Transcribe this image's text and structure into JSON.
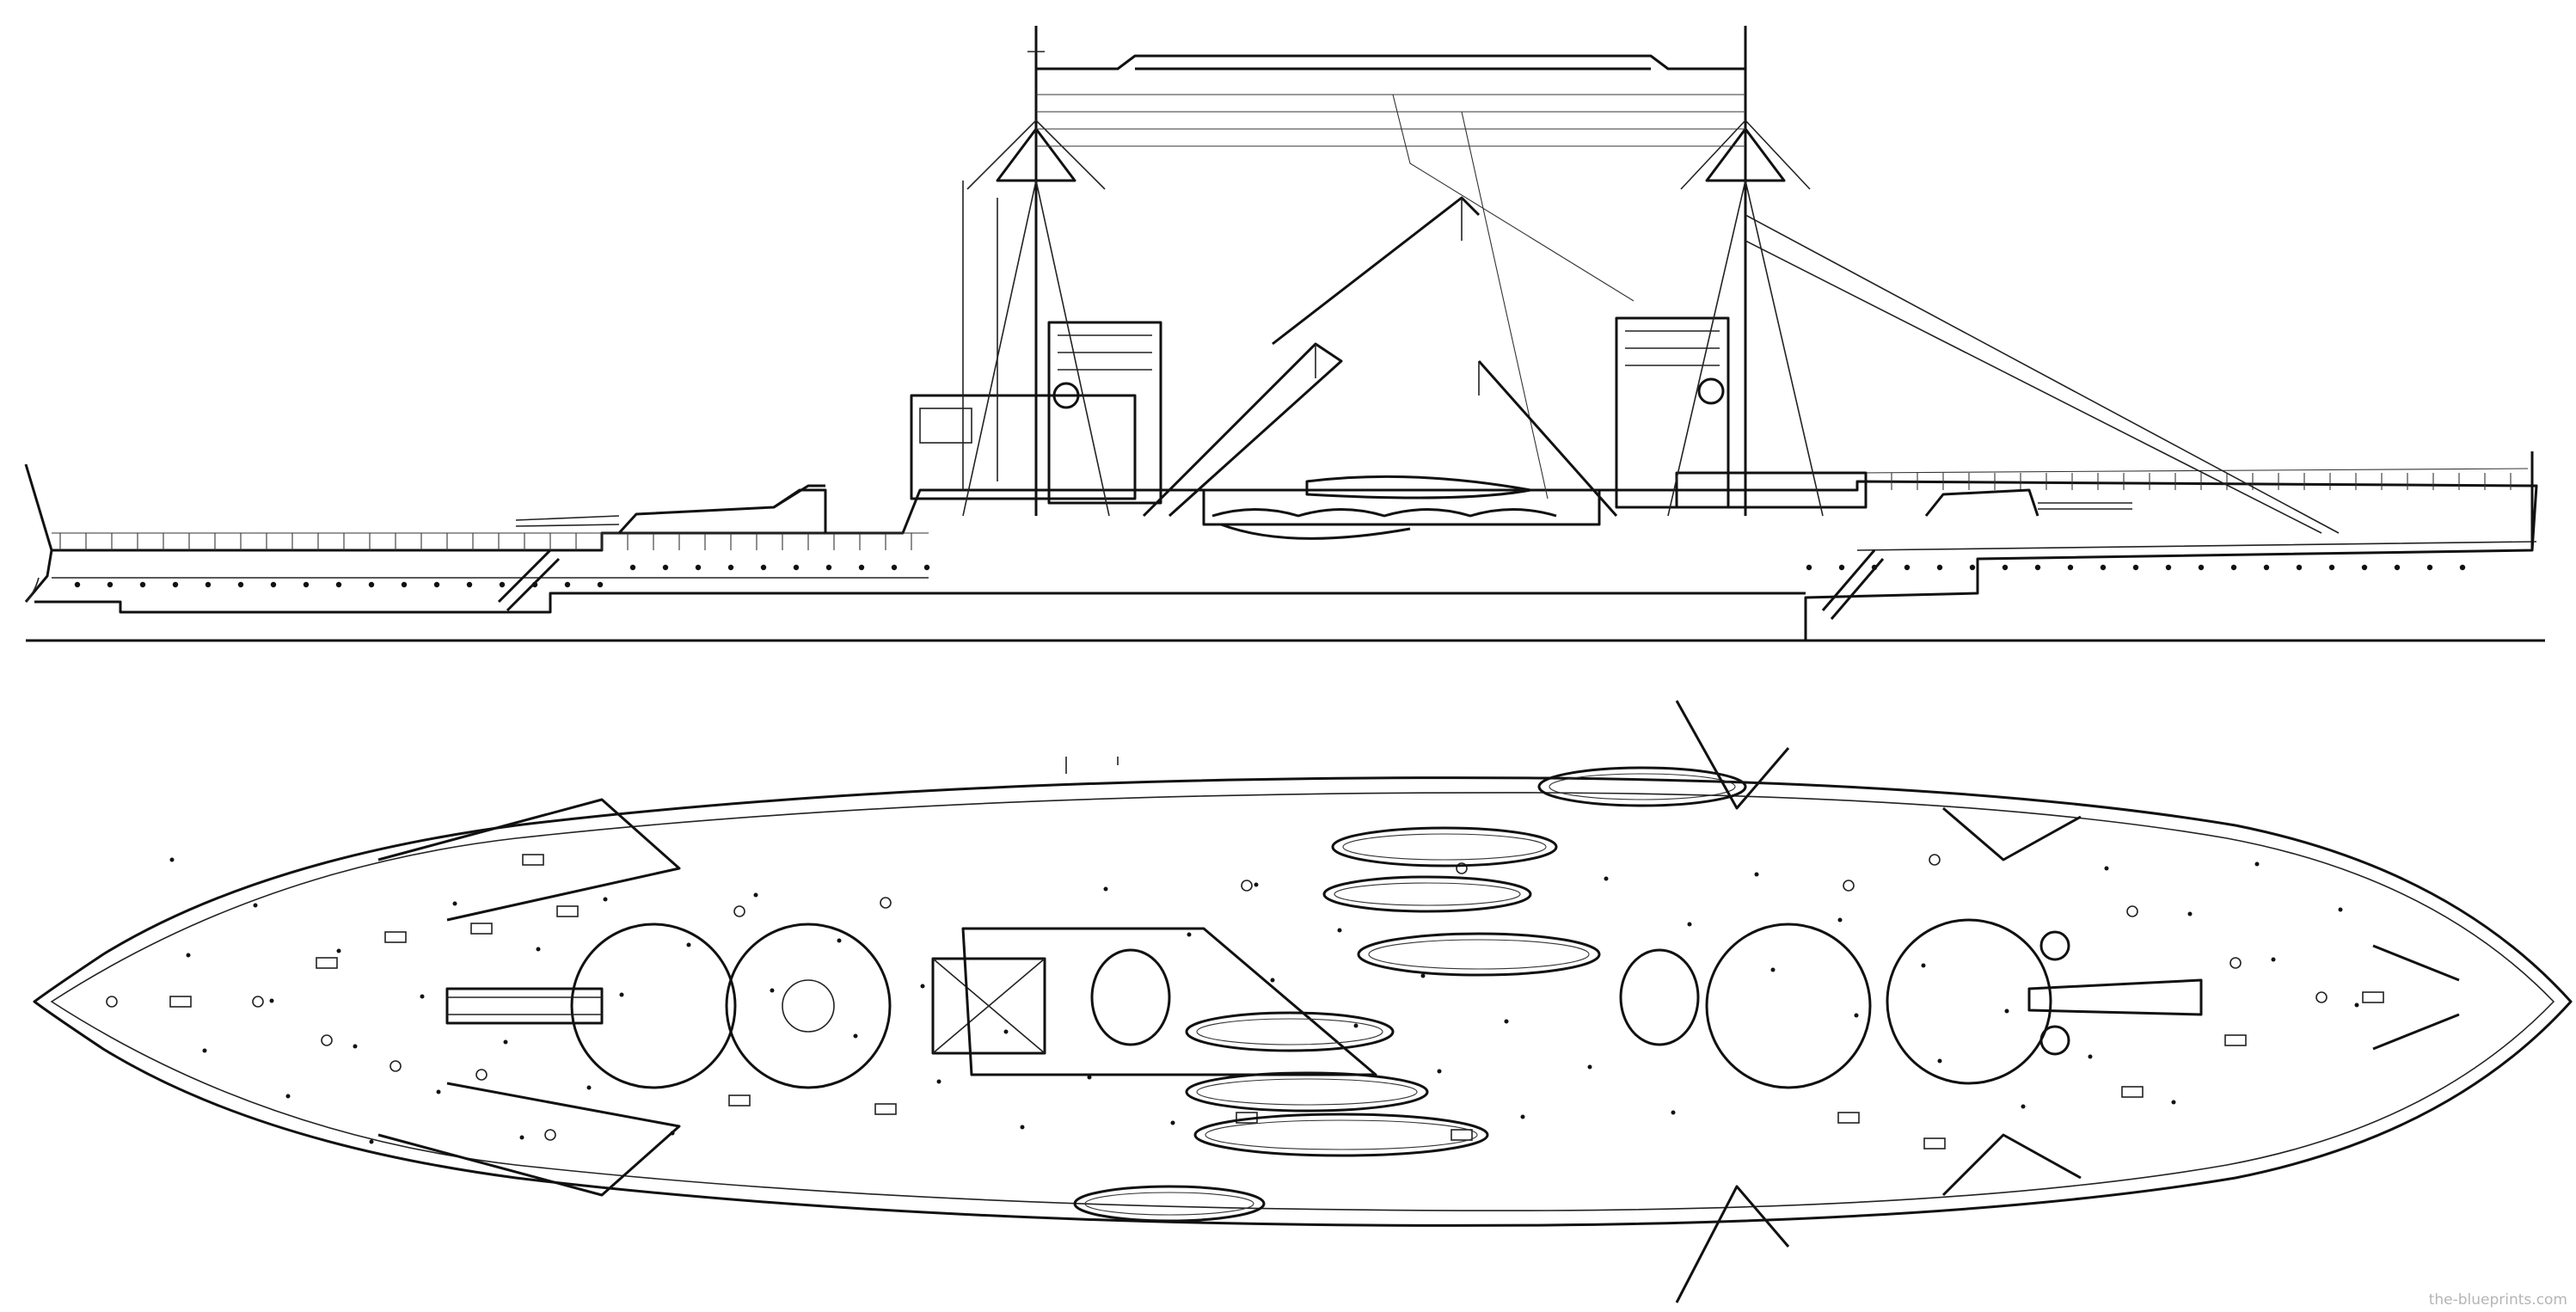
{
  "image": {
    "subject": "Battleship line drawing",
    "views": [
      "side-profile",
      "top-deck-plan"
    ],
    "colors": {
      "line": "#111111",
      "background": "#ffffff",
      "watermark": "#b5b5b5"
    }
  },
  "watermark": "the-blueprints.com"
}
